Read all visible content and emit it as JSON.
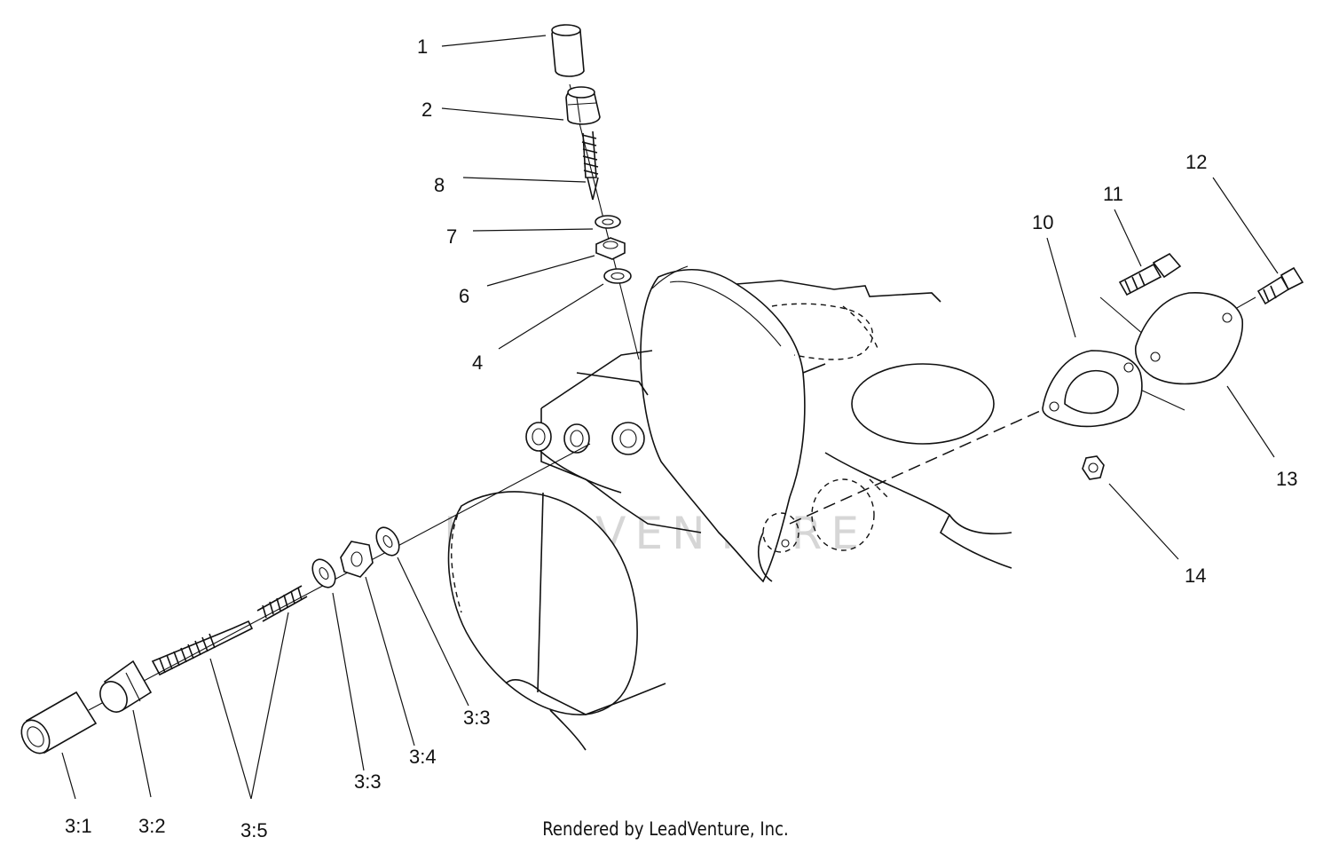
{
  "callouts": {
    "c1": "1",
    "c2": "2",
    "c8": "8",
    "c7": "7",
    "c6": "6",
    "c4": "4",
    "c10": "10",
    "c11": "11",
    "c12": "12",
    "c13": "13",
    "c14": "14",
    "c3_1": "3:1",
    "c3_2": "3:2",
    "c3_5": "3:5",
    "c3_3a": "3:3",
    "c3_4": "3:4",
    "c3_3b": "3:3"
  },
  "watermark": "LEADVENTURE",
  "footer": "Rendered by LeadVenture, Inc."
}
